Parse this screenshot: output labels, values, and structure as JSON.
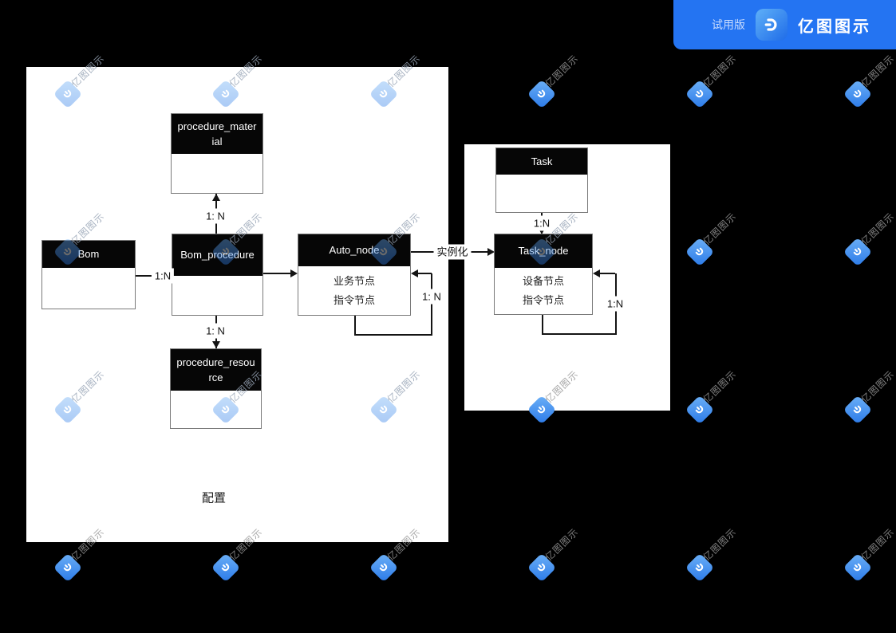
{
  "badge": {
    "trial_label": "试用版",
    "brand": "亿图图示"
  },
  "watermark": {
    "brand_text": "亿图图示"
  },
  "diagram": {
    "caption": "配置",
    "entities": [
      {
        "title": "procedure_material",
        "body_lines": []
      },
      {
        "title": "Bom",
        "body_lines": []
      },
      {
        "title": "Bom_procedure",
        "body_lines": []
      },
      {
        "title": "Auto_node",
        "body_lines": [
          "业务节点",
          "指令节点"
        ]
      },
      {
        "title": "procedure_resource",
        "body_lines": []
      },
      {
        "title": "Task",
        "body_lines": []
      },
      {
        "title": "Task_node",
        "body_lines": [
          "设备节点",
          "指令节点"
        ]
      }
    ],
    "relation_labels": {
      "bp_pm": "1: N",
      "bom_bp": "1:N",
      "bp_pr": "1: N",
      "an_loop": "1: N",
      "instantiate": "实例化",
      "task_tn": "1:N",
      "tn_loop": "1:N"
    }
  }
}
